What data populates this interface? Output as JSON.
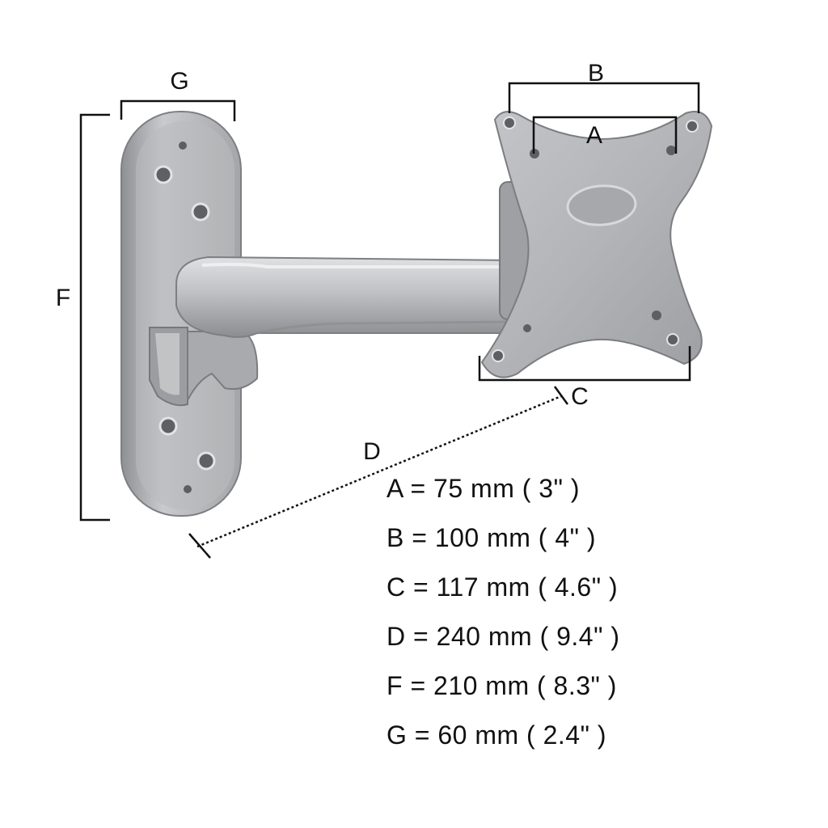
{
  "labels": {
    "a": "A",
    "b": "B",
    "c": "C",
    "d": "D",
    "f": "F",
    "g": "G"
  },
  "specs": [
    "A = 75 mm ( 3\" )",
    "B = 100 mm ( 4\" )",
    "C = 117 mm ( 4.6\" )",
    "D = 240 mm ( 9.4\" )",
    "F = 210 mm ( 8.3\" )",
    "G = 60 mm ( 2.4\" )"
  ],
  "colors": {
    "metal": "#b4b5b8",
    "metal_light": "#d6d7da",
    "metal_dark": "#86878b",
    "line": "#111111"
  }
}
